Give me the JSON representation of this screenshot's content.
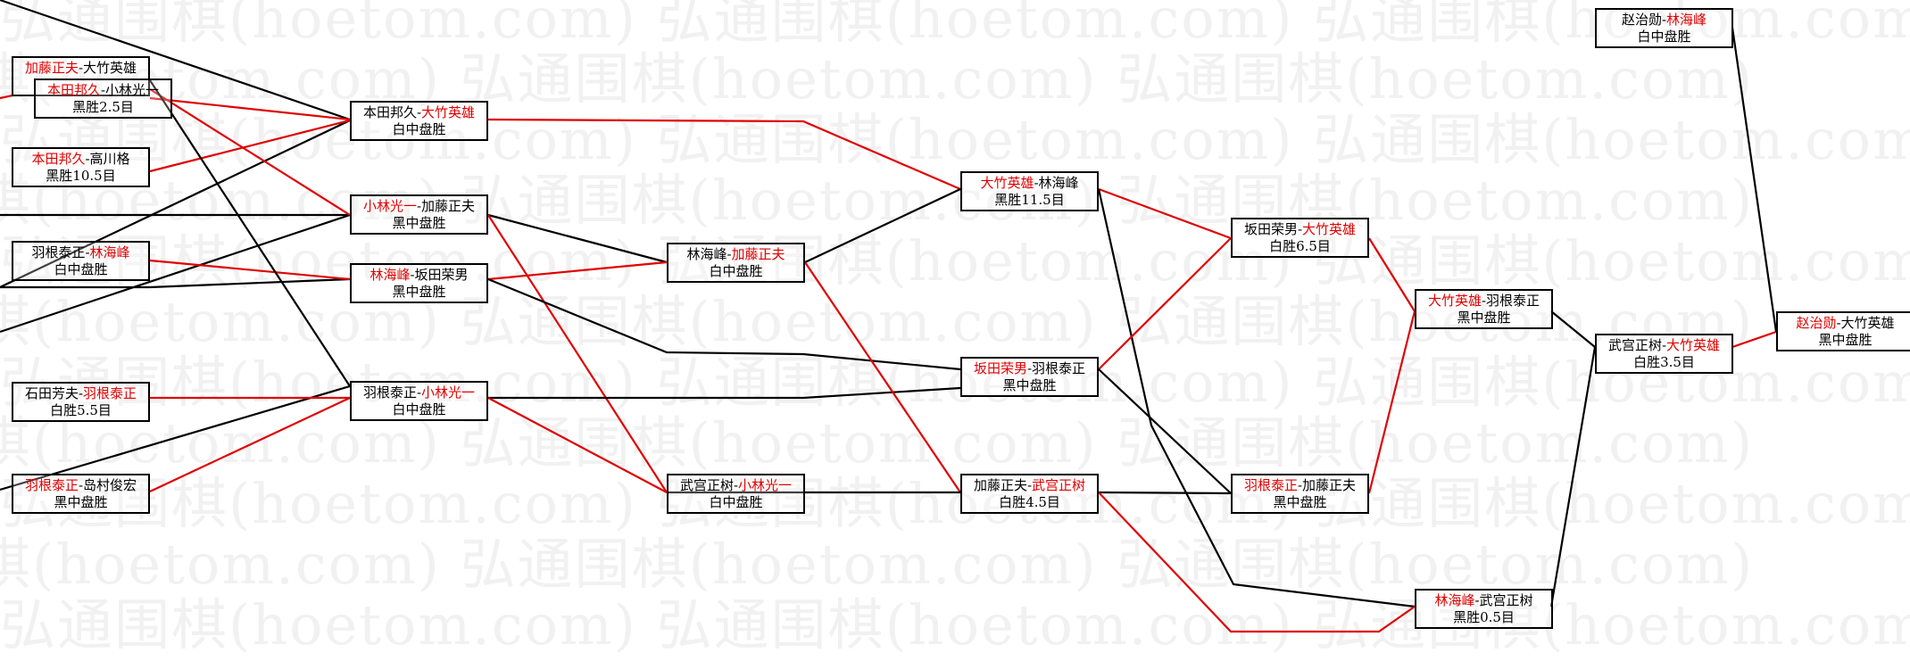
{
  "colors": {
    "winner": "#e00000",
    "line_red": "#e00000",
    "line_black": "#000000",
    "watermark": "#f1f1f1"
  },
  "watermark_text": "弘通围棋(hoetom.com)",
  "nodes": [
    {
      "id": "r1a",
      "p1": "加藤正夫",
      "p2": "大竹英雄",
      "winner": 1,
      "result": ""
    },
    {
      "id": "r1b",
      "p1": "本田邦久",
      "p2": "小林光一",
      "winner": 1,
      "result": "黑胜2.5目"
    },
    {
      "id": "r1c",
      "p1": "本田邦久",
      "p2": "高川格",
      "winner": 1,
      "result": "黑胜10.5目"
    },
    {
      "id": "r1d",
      "p1": "羽根泰正",
      "p2": "林海峰",
      "winner": 2,
      "result": "白中盘胜"
    },
    {
      "id": "r1e",
      "p1": "石田芳夫",
      "p2": "羽根泰正",
      "winner": 2,
      "result": "白胜5.5目"
    },
    {
      "id": "r1f",
      "p1": "羽根泰正",
      "p2": "岛村俊宏",
      "winner": 1,
      "result": "黑中盘胜"
    },
    {
      "id": "r2a",
      "p1": "本田邦久",
      "p2": "大竹英雄",
      "winner": 2,
      "result": "白中盘胜"
    },
    {
      "id": "r2b",
      "p1": "小林光一",
      "p2": "加藤正夫",
      "winner": 1,
      "result": "黑中盘胜"
    },
    {
      "id": "r2c",
      "p1": "林海峰",
      "p2": "坂田荣男",
      "winner": 1,
      "result": "黑中盘胜"
    },
    {
      "id": "r2d",
      "p1": "羽根泰正",
      "p2": "小林光一",
      "winner": 2,
      "result": "白中盘胜"
    },
    {
      "id": "r3a",
      "p1": "林海峰",
      "p2": "加藤正夫",
      "winner": 2,
      "result": "白中盘胜"
    },
    {
      "id": "r3b",
      "p1": "武宫正树",
      "p2": "小林光一",
      "winner": 2,
      "result": "白中盘胜"
    },
    {
      "id": "r4a",
      "p1": "大竹英雄",
      "p2": "林海峰",
      "winner": 1,
      "result": "黑胜11.5目"
    },
    {
      "id": "r4b",
      "p1": "坂田荣男",
      "p2": "羽根泰正",
      "winner": 1,
      "result": "黑中盘胜"
    },
    {
      "id": "r4c",
      "p1": "加藤正夫",
      "p2": "武宫正树",
      "winner": 2,
      "result": "白胜4.5目"
    },
    {
      "id": "r5a",
      "p1": "坂田荣男",
      "p2": "大竹英雄",
      "winner": 2,
      "result": "白胜6.5目"
    },
    {
      "id": "r5b",
      "p1": "羽根泰正",
      "p2": "加藤正夫",
      "winner": 1,
      "result": "黑中盘胜"
    },
    {
      "id": "r6a",
      "p1": "大竹英雄",
      "p2": "羽根泰正",
      "winner": 1,
      "result": "黑中盘胜"
    },
    {
      "id": "r6b",
      "p1": "林海峰",
      "p2": "武宫正树",
      "winner": 1,
      "result": "黑胜0.5目"
    },
    {
      "id": "r7a",
      "p1": "武宫正树",
      "p2": "大竹英雄",
      "winner": 2,
      "result": "白胜3.5目"
    },
    {
      "id": "r8a",
      "p1": "赵治勋",
      "p2": "林海峰",
      "winner": 2,
      "result": "白中盘胜"
    },
    {
      "id": "r8b",
      "p1": "赵治勋",
      "p2": "大竹英雄",
      "winner": 1,
      "result": "黑中盘胜"
    }
  ]
}
